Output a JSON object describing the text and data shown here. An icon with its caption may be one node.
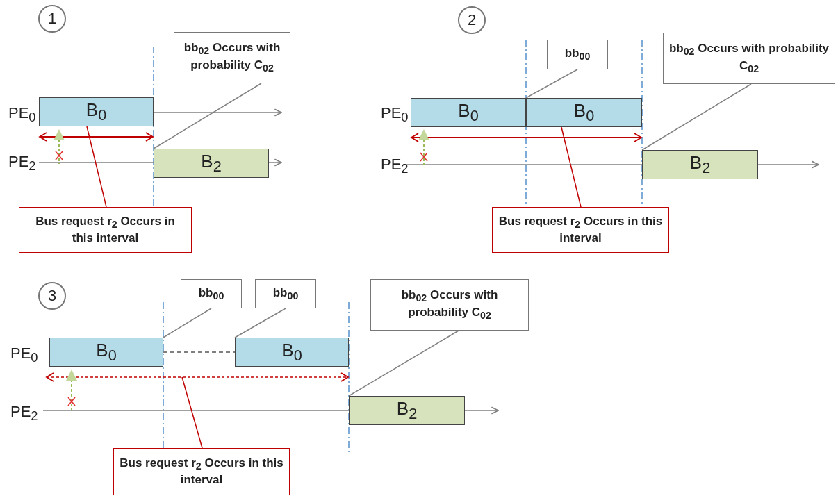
{
  "diagram": {
    "nodes": [
      {
        "text": [
          "1"
        ]
      },
      {
        "text": [
          "bb$_{02}$ Occurs with probability C$_{02}$"
        ]
      },
      {
        "text": [
          "B$_{0}$"
        ]
      },
      {
        "text": [
          "B$_{2}$"
        ]
      },
      {
        "text": [
          "Bus request r$_{2}$ Occurs in this interval"
        ]
      },
      {
        "text": [
          "2"
        ]
      },
      {
        "text": [
          "bb$_{00}$"
        ]
      },
      {
        "text": [
          "bb$_{02}$ Occurs with probability C$_{02}$"
        ]
      },
      {
        "text": [
          "B$_{0}$"
        ]
      },
      {
        "text": [
          "B$_{0}$"
        ]
      },
      {
        "text": [
          "B$_{2}$"
        ]
      },
      {
        "text": [
          "Bus request r$_{2}$ Occurs in this interval"
        ]
      },
      {
        "text": [
          "3"
        ]
      },
      {
        "text": [
          "bb$_{00}$"
        ]
      },
      {
        "text": [
          "bb$_{00}$"
        ]
      },
      {
        "text": [
          "bb$_{02}$ Occurs with probability C$_{02}$"
        ]
      },
      {
        "text": [
          "B$_{0}$"
        ]
      },
      {
        "text": [
          "B$_{0}$"
        ]
      },
      {
        "text": [
          "B$_{2}$"
        ]
      },
      {
        "text": [
          "Bus request r$_{2}$ Occurs in this interval"
        ]
      }
    ],
    "edges": [
      {
        "from": 1,
        "to": 3,
        "arrow": "none"
      },
      {
        "from": 4,
        "to": 2,
        "arrow": "none",
        "color": "#c00000"
      },
      {
        "from": 6,
        "to": 8,
        "arrow": "none"
      },
      {
        "from": 7,
        "to": 10,
        "arrow": "none"
      },
      {
        "from": 11,
        "to": 9,
        "arrow": "none",
        "color": "#c00000"
      },
      {
        "from": 13,
        "to": 16,
        "arrow": "none"
      },
      {
        "from": 14,
        "to": 17,
        "arrow": "none"
      },
      {
        "from": 16,
        "to": 17,
        "arrow": "none",
        "style": "dashed"
      },
      {
        "from": 15,
        "to": 18,
        "arrow": "none"
      },
      {
        "from": 19,
        "to": null,
        "arrow": "none",
        "color": "#c00000"
      }
    ],
    "labels": [
      "PE$_{0}$",
      "PE$_{2}$",
      "PE$_{0}$",
      "PE$_{2}$",
      "PE$_{0}$",
      "PE$_{2}$"
    ]
  }
}
